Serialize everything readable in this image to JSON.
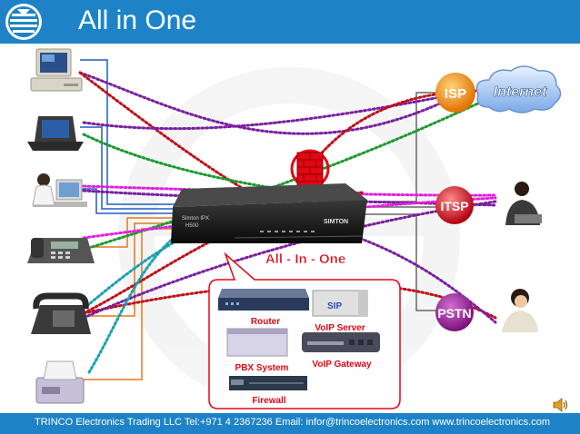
{
  "slide": {
    "title": "All in One",
    "footer": "TRINCO Electronics Trading LLC   Tel:+971 4 2367236    Email: infor@trincoelectronics.com  www.trincoelectronics.com"
  },
  "center": {
    "device_brand": "SIMTON",
    "device_model_line1": "Simton IPX",
    "device_model_line2": "H500",
    "caption": "All - In - One"
  },
  "network": {
    "isp_label": "ISP",
    "internet_label": "Internet",
    "itsp_label": "ITSP",
    "pstn_label": "PSTN"
  },
  "features": {
    "router": "Router",
    "sip": "SIP",
    "voip_server": "VoIP Server",
    "pbx_system": "PBX System",
    "voip_gateway": "VoIP Gateway",
    "firewall": "Firewall"
  },
  "colors": {
    "header": "#1d83c6",
    "caption": "#e30613",
    "ball": "#f07d00",
    "ball_purple": "#8a1f8a",
    "line_blue": "#1f5fbf",
    "line_orange": "#e07a1a",
    "dot_purple": "#7a1fa0",
    "dot_red": "#c0101a",
    "dot_green": "#1a9a30",
    "dot_teal": "#1aa0b0",
    "dot_magenta": "#e020e0"
  }
}
